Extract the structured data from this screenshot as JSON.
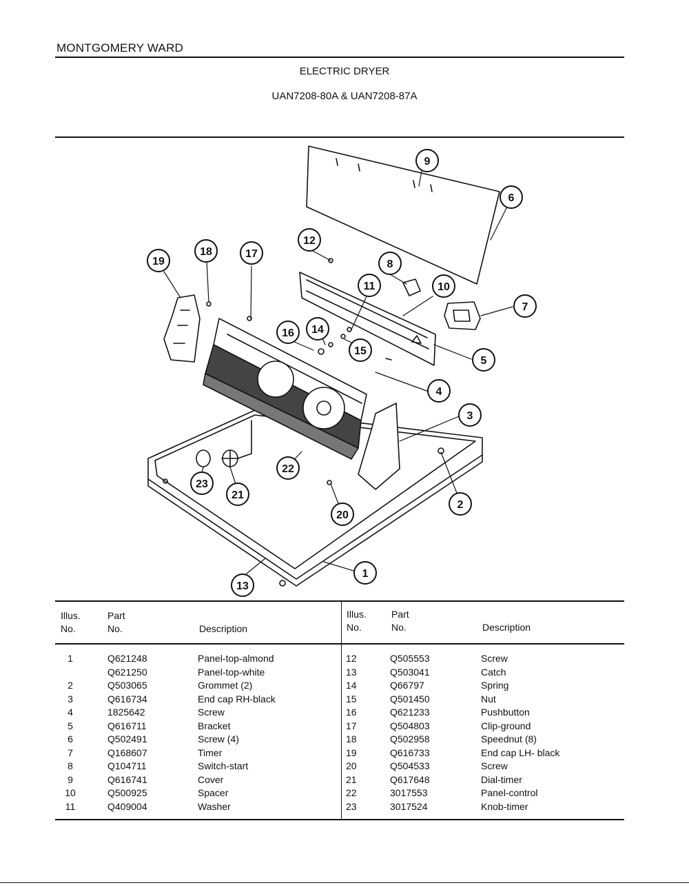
{
  "header": {
    "brand": "MONTGOMERY WARD",
    "title": "ELECTRIC DRYER",
    "models": "UAN7208-80A & UAN7208-87A"
  },
  "diagram": {
    "callouts": [
      "1",
      "2",
      "3",
      "4",
      "5",
      "6",
      "7",
      "8",
      "9",
      "10",
      "11",
      "12",
      "13",
      "14",
      "15",
      "16",
      "17",
      "18",
      "19",
      "20",
      "21",
      "22",
      "23"
    ]
  },
  "table": {
    "columns": {
      "illus_line1": "Illus.",
      "illus_line2": "No.",
      "part_line1": "Part",
      "part_line2": "No.",
      "description": "Description"
    },
    "left": [
      {
        "illus": "1",
        "part": "Q621248",
        "desc": "Panel-top-almond"
      },
      {
        "illus": "",
        "part": "Q621250",
        "desc": "Panel-top-white"
      },
      {
        "illus": "2",
        "part": "Q503065",
        "desc": "Grommet (2)"
      },
      {
        "illus": "3",
        "part": "Q616734",
        "desc": "End cap RH-black"
      },
      {
        "illus": "4",
        "part": "1825642",
        "desc": "Screw"
      },
      {
        "illus": "5",
        "part": "Q616711",
        "desc": "Bracket"
      },
      {
        "illus": "6",
        "part": "Q502491",
        "desc": "Screw (4)"
      },
      {
        "illus": "7",
        "part": "Q168607",
        "desc": "Timer"
      },
      {
        "illus": "8",
        "part": "Q104711",
        "desc": "Switch-start"
      },
      {
        "illus": "9",
        "part": "Q616741",
        "desc": "Cover"
      },
      {
        "illus": "10",
        "part": "Q500925",
        "desc": "Spacer"
      },
      {
        "illus": "11",
        "part": "Q409004",
        "desc": "Washer"
      }
    ],
    "right": [
      {
        "illus": "12",
        "part": "Q505553",
        "desc": "Screw"
      },
      {
        "illus": "13",
        "part": "Q503041",
        "desc": "Catch"
      },
      {
        "illus": "14",
        "part": "Q66797",
        "desc": "Spring"
      },
      {
        "illus": "15",
        "part": "Q501450",
        "desc": "Nut"
      },
      {
        "illus": "16",
        "part": "Q621233",
        "desc": "Pushbutton"
      },
      {
        "illus": "17",
        "part": "Q504803",
        "desc": "Clip-ground"
      },
      {
        "illus": "18",
        "part": "Q502958",
        "desc": "Speednut (8)"
      },
      {
        "illus": "19",
        "part": "Q616733",
        "desc": "End cap LH- black"
      },
      {
        "illus": "20",
        "part": "Q504533",
        "desc": "Screw"
      },
      {
        "illus": "21",
        "part": "Q617648",
        "desc": "Dial-timer"
      },
      {
        "illus": "22",
        "part": "3017553",
        "desc": "Panel-control"
      },
      {
        "illus": "23",
        "part": "3017524",
        "desc": "Knob-timer"
      }
    ]
  }
}
